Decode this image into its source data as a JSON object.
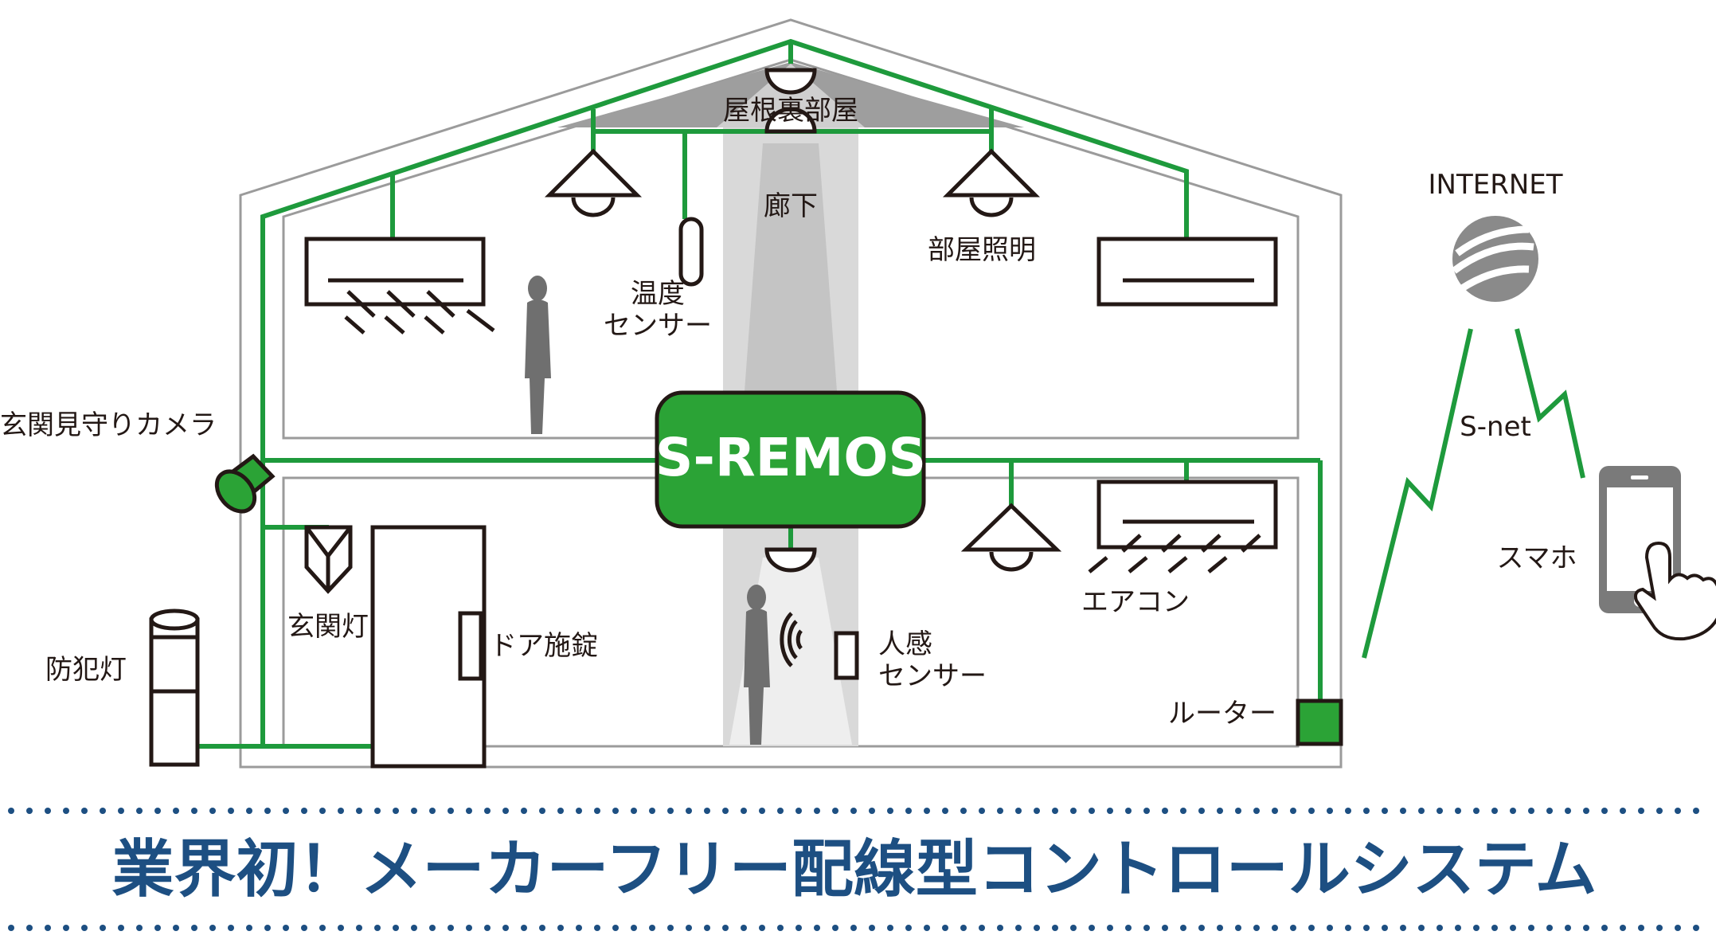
{
  "labels": {
    "attic": "屋根裏部屋",
    "hallway": "廊下",
    "temp_sensor_1": "温度",
    "temp_sensor_2": "センサー",
    "room_light": "部屋照明",
    "camera": "玄関見守りカメラ",
    "entrance_light": "玄関灯",
    "security_light": "防犯灯",
    "door_lock": "ドア施錠",
    "motion_sensor_1": "人感",
    "motion_sensor_2": "センサー",
    "aircon": "エアコン",
    "router": "ルーター",
    "internet": "INTERNET",
    "snet": "S-net",
    "smartphone": "スマホ",
    "hub": "S-REMOS"
  },
  "banner": {
    "title": "業界初！メーカーフリー配線型コントロールシステム"
  },
  "colors": {
    "wire": "#1e9a3c",
    "hub_fill": "#2ba336",
    "banner_text": "#1d4f82",
    "dots": "#1d4f82",
    "wall": "#9b9b9b",
    "corridor": "#d9d9d9"
  }
}
